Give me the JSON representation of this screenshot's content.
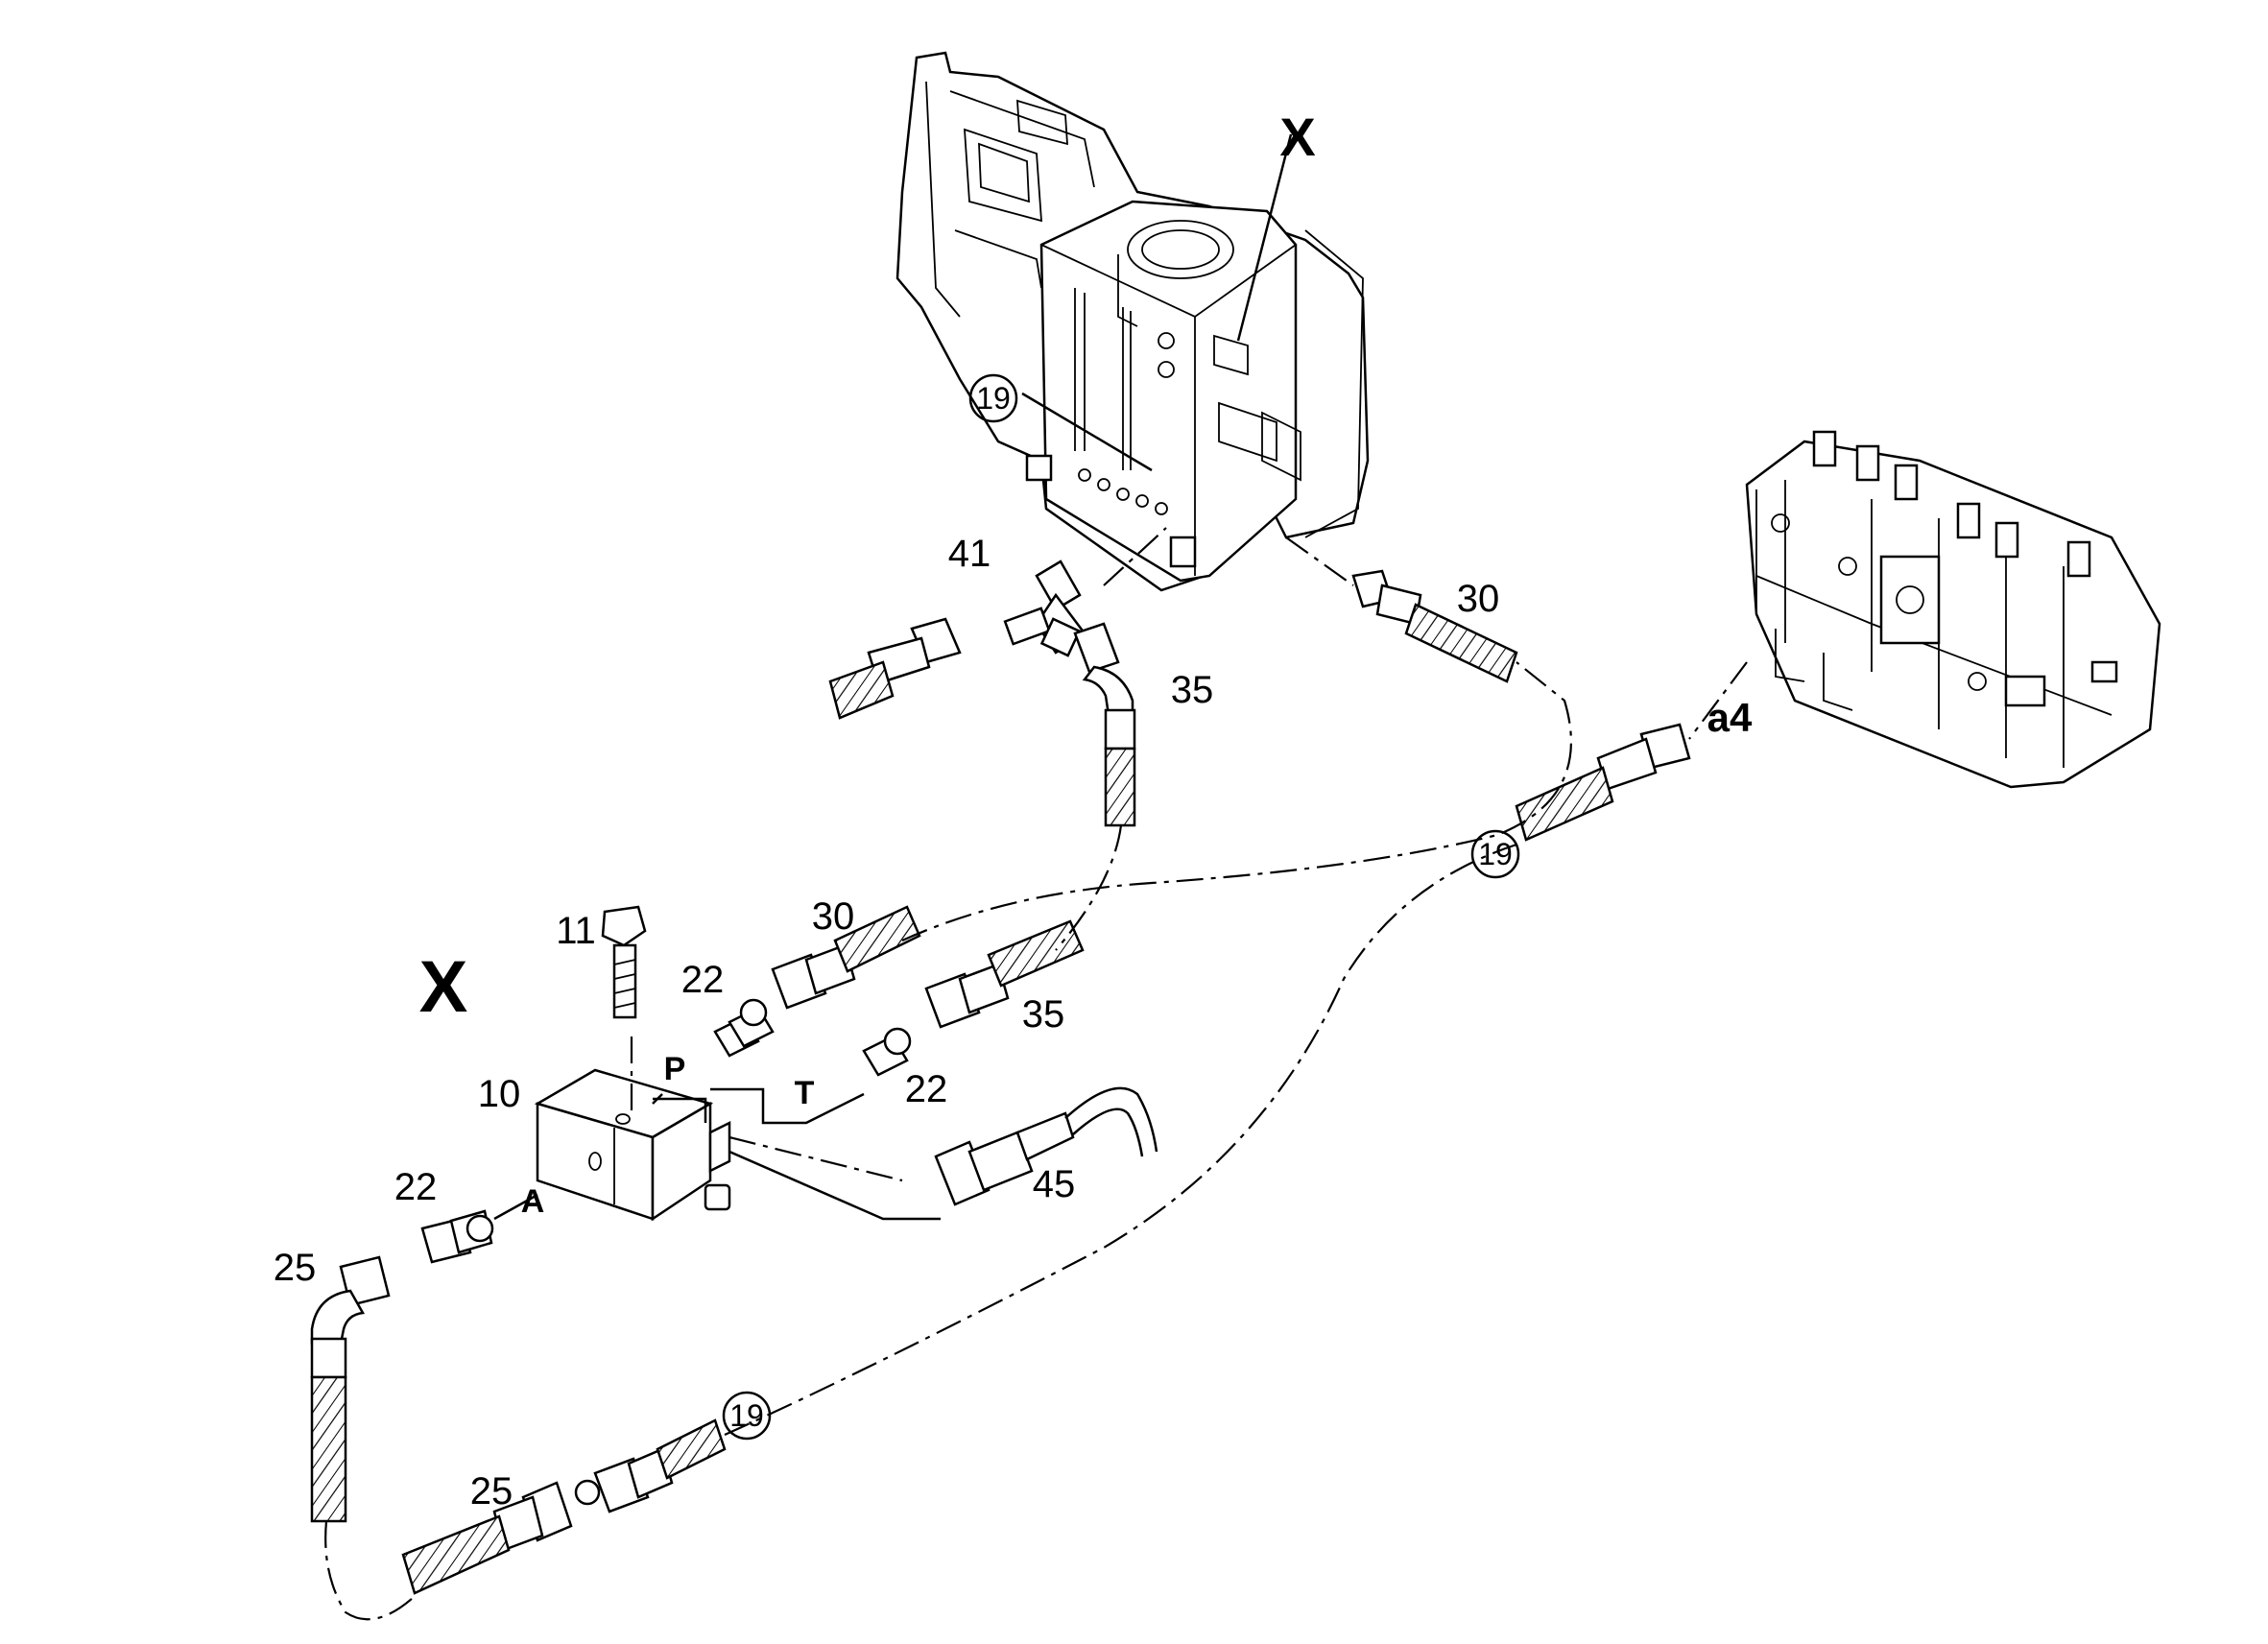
{
  "diagram": {
    "callouts": {
      "x_detail_top": "X",
      "x_detail_main": "X",
      "c19_a": "19",
      "c19_b": "19",
      "c19_c": "19",
      "n41": "41",
      "n30_top": "30",
      "n35_top": "35",
      "a4": "a4",
      "n11": "11",
      "n22_p": "22",
      "n30_mid": "30",
      "n35_mid": "35",
      "n22_t": "22",
      "n10": "10",
      "port_p": "P",
      "port_t": "T",
      "port_a": "A",
      "n45": "45",
      "n22_a": "22",
      "n25_top": "25",
      "n25_bot": "25"
    }
  }
}
